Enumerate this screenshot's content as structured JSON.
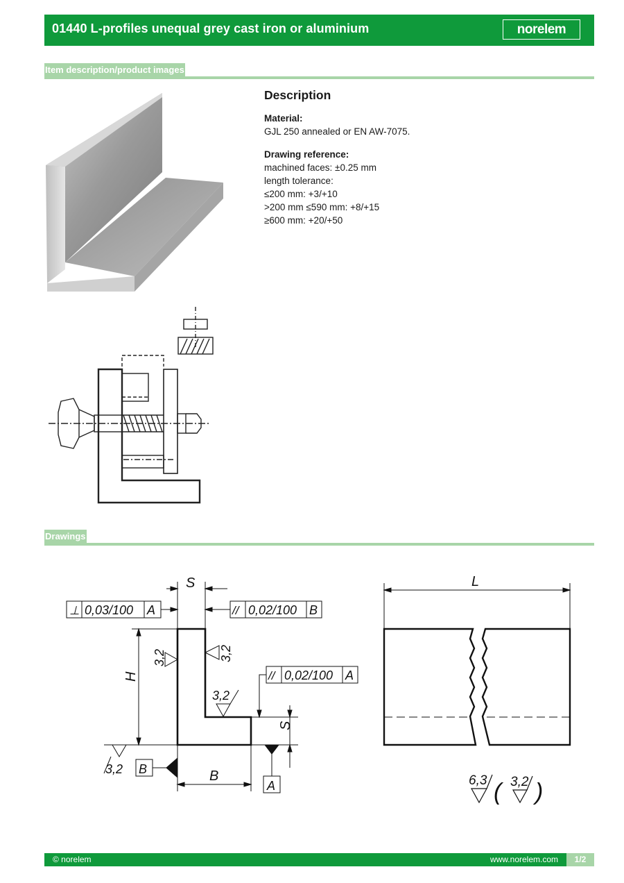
{
  "header": {
    "title": "01440 L-profiles unequal grey cast iron or aluminium",
    "logo_text": "norelem",
    "color": "#0f9a3b"
  },
  "sections": {
    "images_label": "Item description/product images",
    "drawings_label": "Drawings",
    "accent_color": "#a8d5a8"
  },
  "description": {
    "heading": "Description",
    "material_label": "Material:",
    "material_value": "GJL 250 annealed or EN AW-7075.",
    "drawing_ref_label": "Drawing reference:",
    "drawing_ref_lines": [
      "machined faces: ±0.25 mm",
      "length tolerance:",
      "≤200 mm: +3/+10",
      ">200 mm ≤590 mm: +8/+15",
      "≥600 mm: +20/+50"
    ]
  },
  "drawing": {
    "dim_s": "S",
    "dim_h": "H",
    "dim_b": "B",
    "dim_l": "L",
    "tol_perpendicular": "0,03/100",
    "tol_parallel_top": "0,02/100",
    "tol_parallel_mid": "0,02/100",
    "ref_a": "A",
    "ref_b": "B",
    "roughness": "3,2",
    "roughness_general": "6,3",
    "perp_symbol": "⊥",
    "par_symbol": "//"
  },
  "footer": {
    "copyright": "© norelem",
    "url": "www.norelem.com",
    "page": "1/2"
  }
}
